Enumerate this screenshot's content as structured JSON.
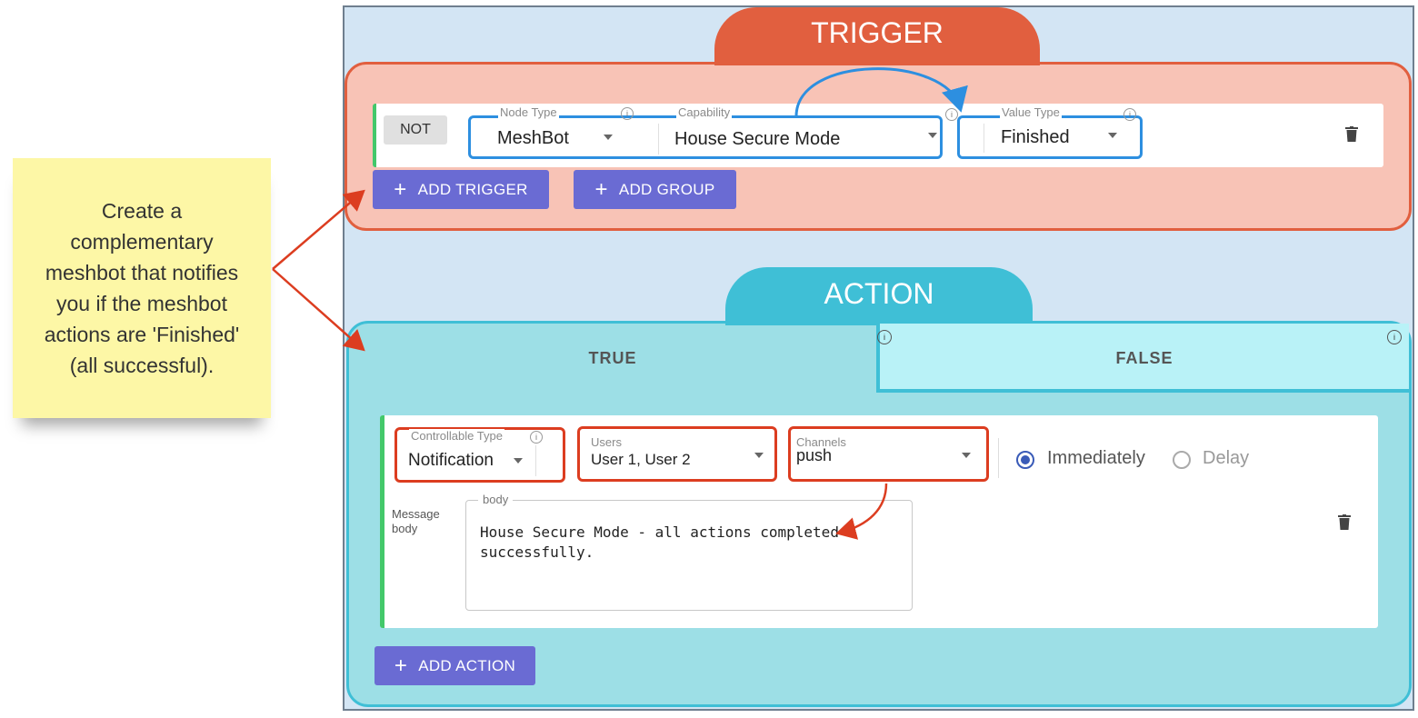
{
  "note": {
    "text": "Create a complementary meshbot that notifies you if the meshbot actions are 'Finished' (all successful)."
  },
  "trigger": {
    "title": "TRIGGER",
    "not_label": "NOT",
    "node_type": {
      "label": "Node Type",
      "value": "MeshBot"
    },
    "capability": {
      "label": "Capability",
      "value": "House Secure Mode"
    },
    "value_type": {
      "label": "Value Type",
      "value": "Finished"
    },
    "add_trigger_label": "ADD TRIGGER",
    "add_group_label": "ADD GROUP"
  },
  "action": {
    "title": "ACTION",
    "tabs": [
      {
        "label": "TRUE",
        "selected": true
      },
      {
        "label": "FALSE",
        "selected": false
      }
    ],
    "controllable_type": {
      "label": "Controllable Type",
      "value": "Notification"
    },
    "users": {
      "label": "Users",
      "value": "User 1, User 2"
    },
    "channels": {
      "label": "Channels",
      "value": "push"
    },
    "timing": {
      "immediately_label": "Immediately",
      "delay_label": "Delay",
      "selected": "Immediately"
    },
    "message_body_label": "Message body",
    "body_legend": "body",
    "body_text": "House Secure Mode - all actions completed successfully.",
    "add_action_label": "ADD ACTION"
  },
  "colors": {
    "trigger_accent": "#e15f3f",
    "action_accent": "#3fbfd6",
    "button": "#6a6bd3",
    "highlight_blue": "#2d8fe0",
    "highlight_red": "#dc3d20",
    "note": "#fdf7a6"
  }
}
